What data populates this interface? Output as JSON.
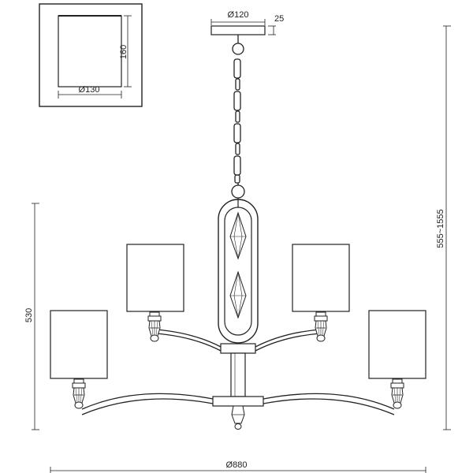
{
  "dimensions": {
    "canopy_diameter": "Ø120",
    "canopy_height": "25",
    "shade_height": "160",
    "shade_diameter": "Ø130",
    "body_height": "530",
    "total_height": "555~1555",
    "total_width": "Ø880"
  },
  "colors": {
    "line": "#222222",
    "shade_fill": "#ffffff",
    "inner_gray": "#d9d9d9"
  }
}
